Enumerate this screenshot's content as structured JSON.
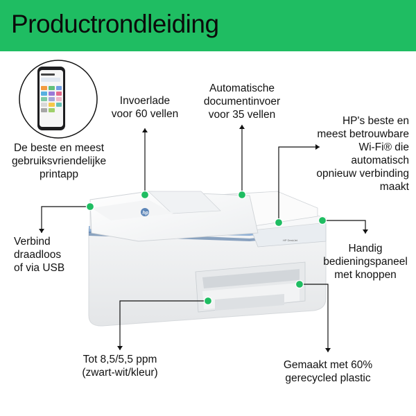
{
  "header": {
    "title": "Productrondleiding"
  },
  "accent_color": "#1fbd62",
  "callouts": [
    {
      "id": "app",
      "lines": [
        "De beste en meest",
        "gebruiksvriendelijke",
        "printapp"
      ]
    },
    {
      "id": "tray",
      "lines": [
        "Invoerlade",
        "voor 60 vellen"
      ]
    },
    {
      "id": "adf",
      "lines": [
        "Automatische",
        "documentinvoer",
        "voor 35 vellen"
      ]
    },
    {
      "id": "wifi",
      "lines": [
        "HP's beste en",
        "meest betrouwbare",
        "Wi-Fi® die",
        "automatisch",
        "opnieuw verbinding",
        "maakt"
      ]
    },
    {
      "id": "usb",
      "lines": [
        "Verbind",
        "draadloos",
        "of via USB"
      ]
    },
    {
      "id": "panel",
      "lines": [
        "Handig",
        "bedieningspaneel",
        "met knoppen"
      ]
    },
    {
      "id": "ppm",
      "lines": [
        "Tot 8,5/5,5 ppm",
        "(zwart-wit/kleur)"
      ]
    },
    {
      "id": "recycled",
      "lines": [
        "Gemaakt met 60%",
        "gerecycled plastic"
      ]
    }
  ],
  "icons": [
    "phone-app-icon",
    "hp-logo-icon"
  ]
}
